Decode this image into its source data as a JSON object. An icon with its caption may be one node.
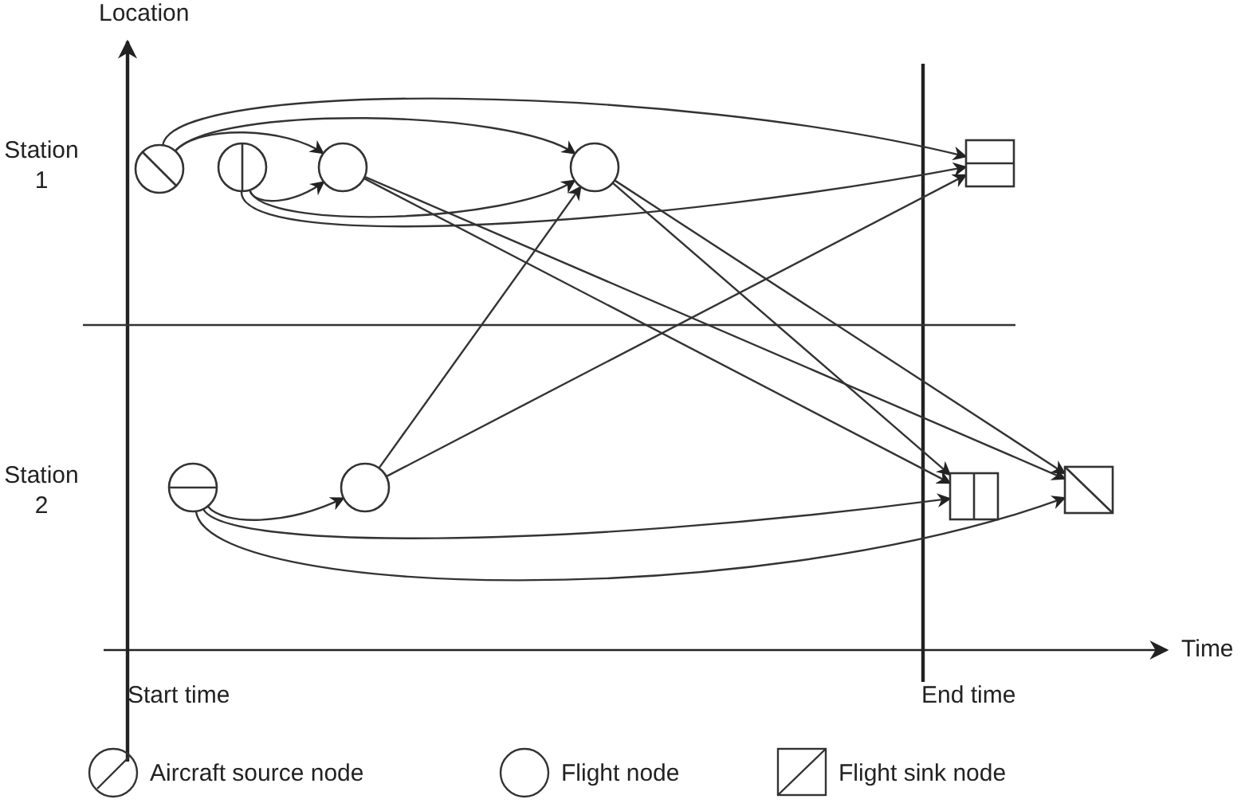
{
  "diagram": {
    "nodes": [
      {
        "text": [],
        "shape": "circle"
      },
      {
        "text": [],
        "shape": "circle"
      },
      {
        "text": [],
        "shape": "circle"
      },
      {
        "text": [],
        "shape": "circle"
      },
      {
        "text": [],
        "shape": "box"
      },
      {
        "text": [],
        "shape": "circle"
      },
      {
        "text": [],
        "shape": "circle"
      },
      {
        "text": [],
        "shape": "box"
      },
      {
        "text": [],
        "shape": "box"
      }
    ],
    "edges": [
      {
        "from": 0,
        "to": 4,
        "arrow": "to"
      },
      {
        "from": 0,
        "to": 2,
        "arrow": "to"
      },
      {
        "from": 0,
        "to": 3,
        "arrow": "to"
      },
      {
        "from": 1,
        "to": 2,
        "arrow": "to"
      },
      {
        "from": 1,
        "to": 3,
        "arrow": "to"
      },
      {
        "from": 1,
        "to": 4,
        "arrow": "to"
      },
      {
        "from": 2,
        "to": 7,
        "arrow": "to"
      },
      {
        "from": 2,
        "to": 8,
        "arrow": "to"
      },
      {
        "from": 3,
        "to": 7,
        "arrow": "to"
      },
      {
        "from": 3,
        "to": 8,
        "arrow": "to"
      },
      {
        "from": 6,
        "to": 3,
        "arrow": "to"
      },
      {
        "from": 6,
        "to": 4,
        "arrow": "to"
      },
      {
        "from": 5,
        "to": 6,
        "arrow": "to"
      },
      {
        "from": 5,
        "to": 7,
        "arrow": "to"
      },
      {
        "from": 5,
        "to": 8,
        "arrow": "to"
      }
    ],
    "labels": [
      "Location",
      "Station 1",
      "Station 2",
      "Time",
      "Start time",
      "End time"
    ],
    "legend": [
      {
        "text": "Aircraft source node"
      },
      {
        "text": "Flight node"
      },
      {
        "text": "Flight sink node"
      }
    ]
  }
}
